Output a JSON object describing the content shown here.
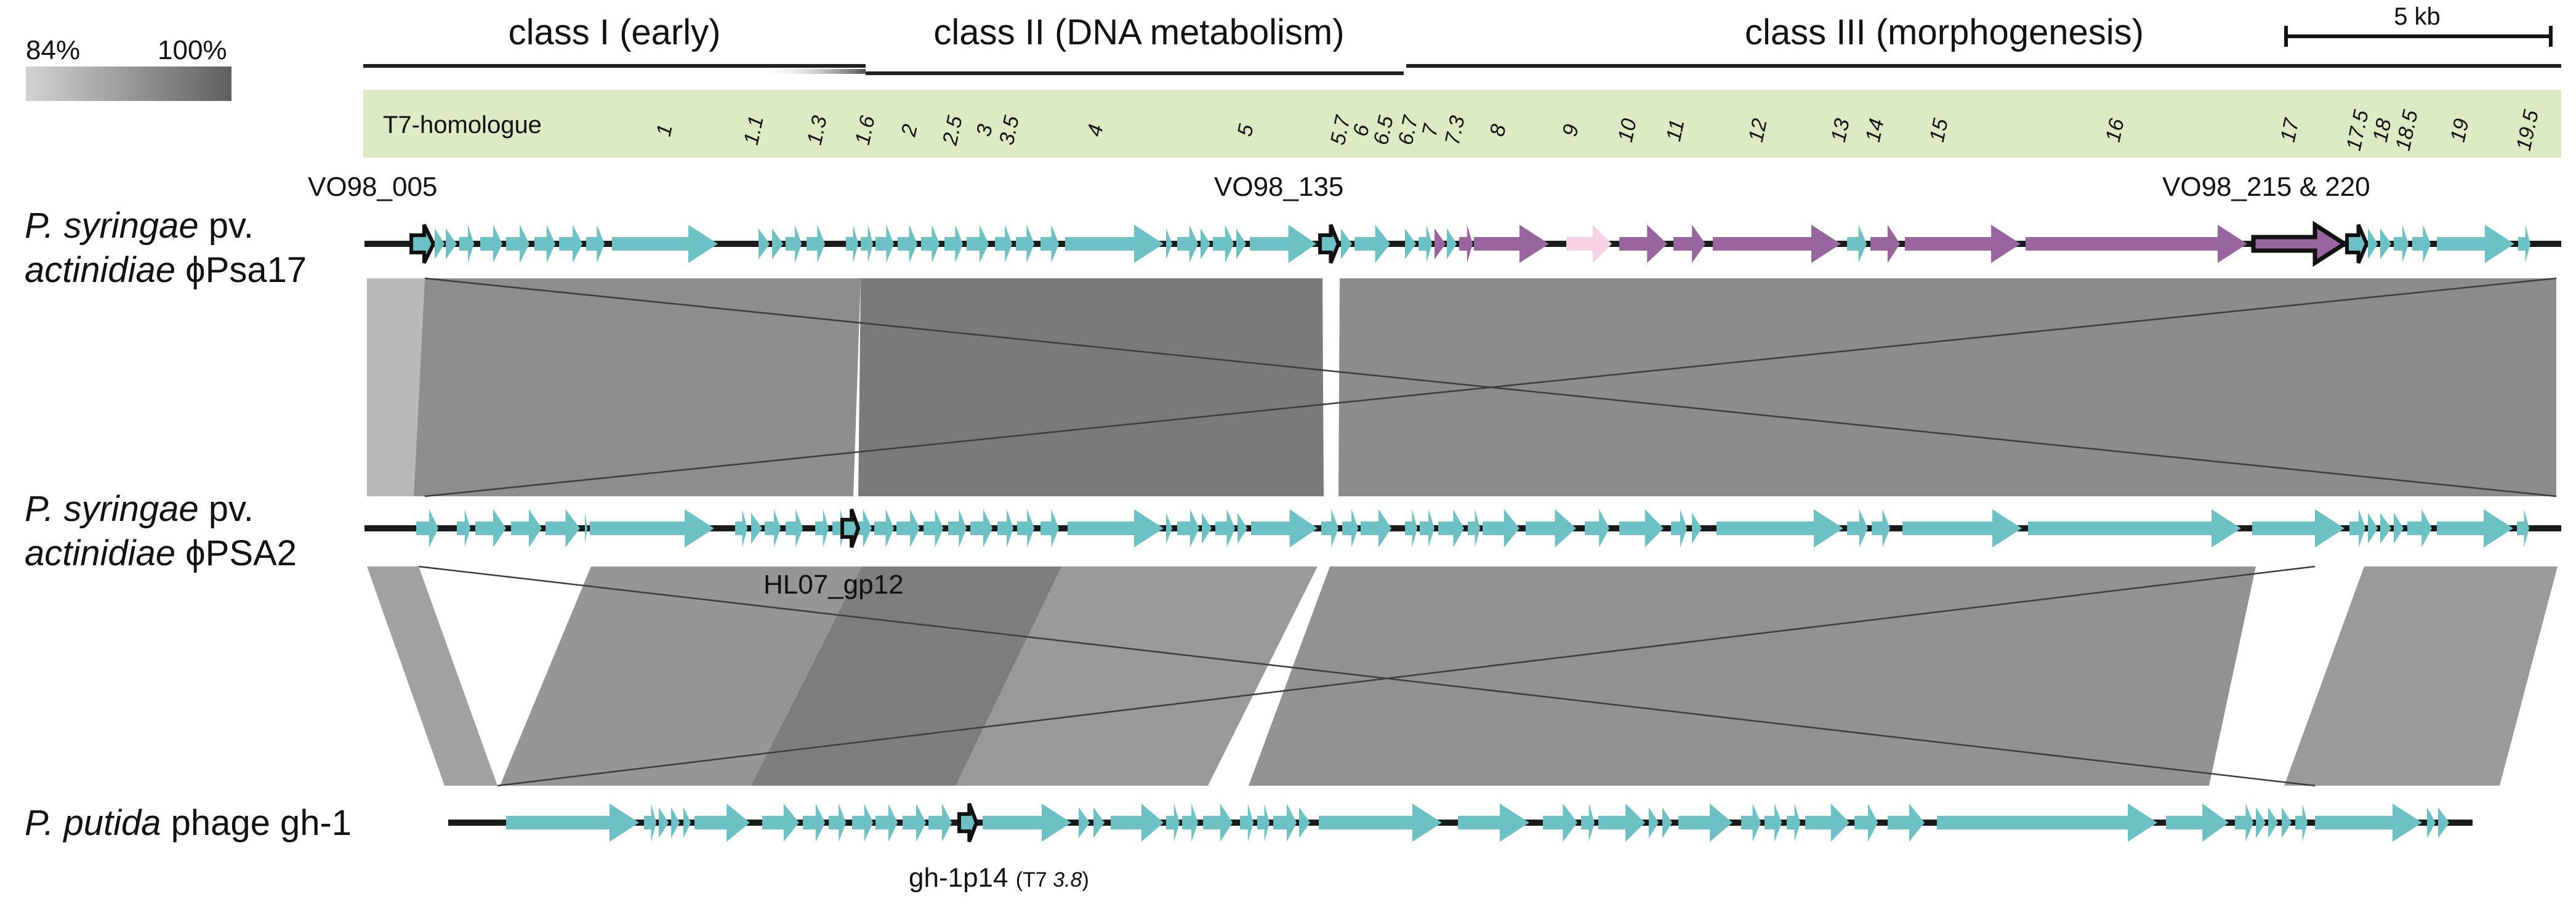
{
  "legend": {
    "min_label": "84%",
    "max_label": "100%",
    "min_color": "#d3d3d3",
    "max_color": "#5f5f5f"
  },
  "scale_bar": {
    "label": "5 kb"
  },
  "classes": [
    {
      "label": "class I (early)"
    },
    {
      "label": "class II (DNA metabolism)"
    },
    {
      "label": "class III (morphogenesis)"
    }
  ],
  "homologue": {
    "label": "T7-homologue",
    "band_color": "#dcebc4",
    "genes": [
      "1",
      "1.1",
      "1.3",
      "1.6",
      "2",
      "2.5",
      "3",
      "3.5",
      "4",
      "5",
      "5.7",
      "6",
      "6.5",
      "6.7",
      "7",
      "7.3",
      "8",
      "9",
      "10",
      "11",
      "12",
      "13",
      "14",
      "15",
      "16",
      "17",
      "17.5",
      "18",
      "18.5",
      "19",
      "19.5"
    ]
  },
  "colors": {
    "gene": "#6cc1c5",
    "gene_morphogenesis": "#98659f",
    "gene_pink": "#f6d2e4",
    "genome_line": "#1a1a1a",
    "highlight_outline": "#111111"
  },
  "genomes": [
    {
      "name_italic": "P. syringae",
      "name_suffix": " pv.",
      "name2_italic": "actinidiae",
      "name2_suffix": " ϕPsa17"
    },
    {
      "name_italic": "P. syringae",
      "name_suffix": " pv.",
      "name2_italic": "actinidiae",
      "name2_suffix": " ϕPSA2"
    },
    {
      "name_italic": "P. putida",
      "name_suffix": " phage gh-1"
    }
  ],
  "annotations": {
    "vo98_005": "VO98_005",
    "vo98_135": "VO98_135",
    "vo98_215": "VO98_215 & 220",
    "hl07": "HL07_gp12",
    "gh1p14": "gh-1p14",
    "gh1p14_note": "(T7 ",
    "gh1p14_note_italic": "3.8",
    "gh1p14_note_end": ")"
  }
}
